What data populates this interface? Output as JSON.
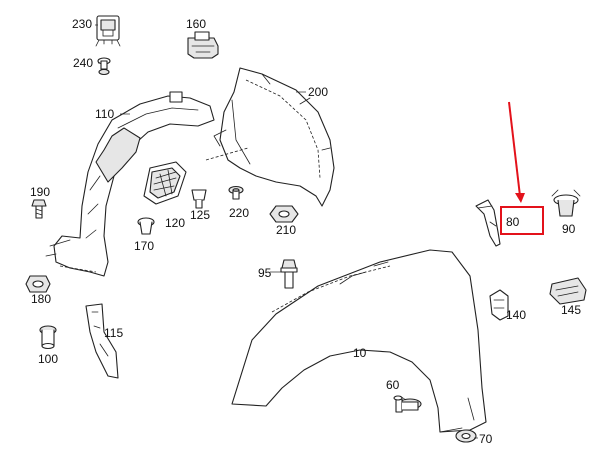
{
  "diagram": {
    "callouts": [
      {
        "id": "230",
        "text": "230"
      },
      {
        "id": "160",
        "text": "160"
      },
      {
        "id": "240",
        "text": "240"
      },
      {
        "id": "200",
        "text": "200"
      },
      {
        "id": "110",
        "text": "110"
      },
      {
        "id": "190",
        "text": "190"
      },
      {
        "id": "120",
        "text": "120"
      },
      {
        "id": "125",
        "text": "125"
      },
      {
        "id": "220",
        "text": "220"
      },
      {
        "id": "170",
        "text": "170"
      },
      {
        "id": "210",
        "text": "210"
      },
      {
        "id": "180",
        "text": "180"
      },
      {
        "id": "95",
        "text": "95"
      },
      {
        "id": "80",
        "text": "80"
      },
      {
        "id": "90",
        "text": "90"
      },
      {
        "id": "115",
        "text": "115"
      },
      {
        "id": "100",
        "text": "100"
      },
      {
        "id": "10",
        "text": "10"
      },
      {
        "id": "140",
        "text": "140"
      },
      {
        "id": "145",
        "text": "145"
      },
      {
        "id": "60",
        "text": "60"
      },
      {
        "id": "70",
        "text": "70"
      }
    ],
    "highlight": {
      "target": "80",
      "color": "#e3121b"
    }
  }
}
